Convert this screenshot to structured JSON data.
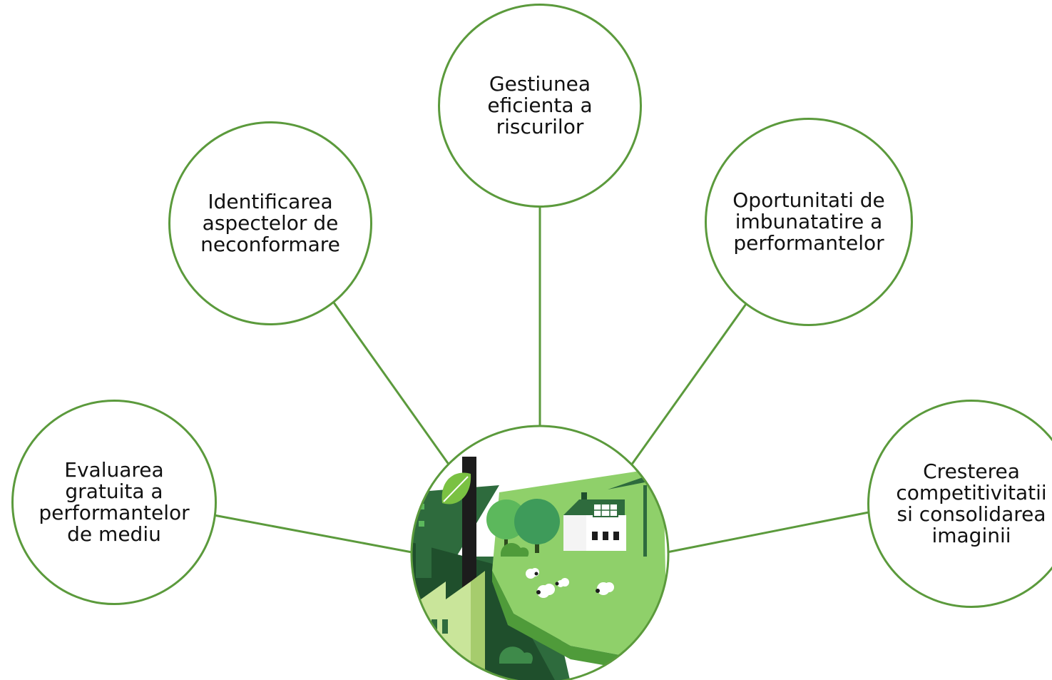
{
  "diagram": {
    "colors": {
      "outline": "#5b9a3c",
      "text": "#111111",
      "grass": "#8fd06a",
      "dark_green": "#2e6b3d",
      "mid_green": "#5cb85c"
    },
    "center_image": "eco-industry-illustration",
    "nodes": [
      {
        "id": "evaluare",
        "label": "Evaluarea\ngratuita a\nperformantelor\nde mediu"
      },
      {
        "id": "identificare",
        "label": "Identificarea\naspectelor de\nneconformare"
      },
      {
        "id": "gestiune",
        "label": "Gestiunea\neficienta a\nriscurilor"
      },
      {
        "id": "oportunitati",
        "label": "Oportunitati de\nimbunatatire a\nperformantelor"
      },
      {
        "id": "crestere",
        "label": "Cresterea\ncompetitivitatii\nsi consolidarea\nimaginii"
      }
    ]
  }
}
